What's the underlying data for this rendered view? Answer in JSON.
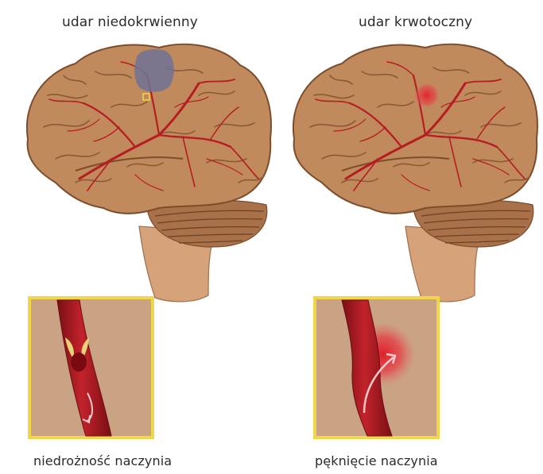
{
  "panels": {
    "left": {
      "title": "udar niedokrwienny",
      "caption": "niedrożność naczynia"
    },
    "right": {
      "title": "udar krwotoczny",
      "caption": "pęknięcie naczynia"
    }
  },
  "colors": {
    "brain": "#c08a5c",
    "brain_dark": "#8a5a36",
    "vessel": "#b51d23",
    "frame": "#f2d64a",
    "inset_bg": "#c9a383",
    "ischemia": "#6f7197",
    "hemorrhage": "#e23b3f"
  }
}
